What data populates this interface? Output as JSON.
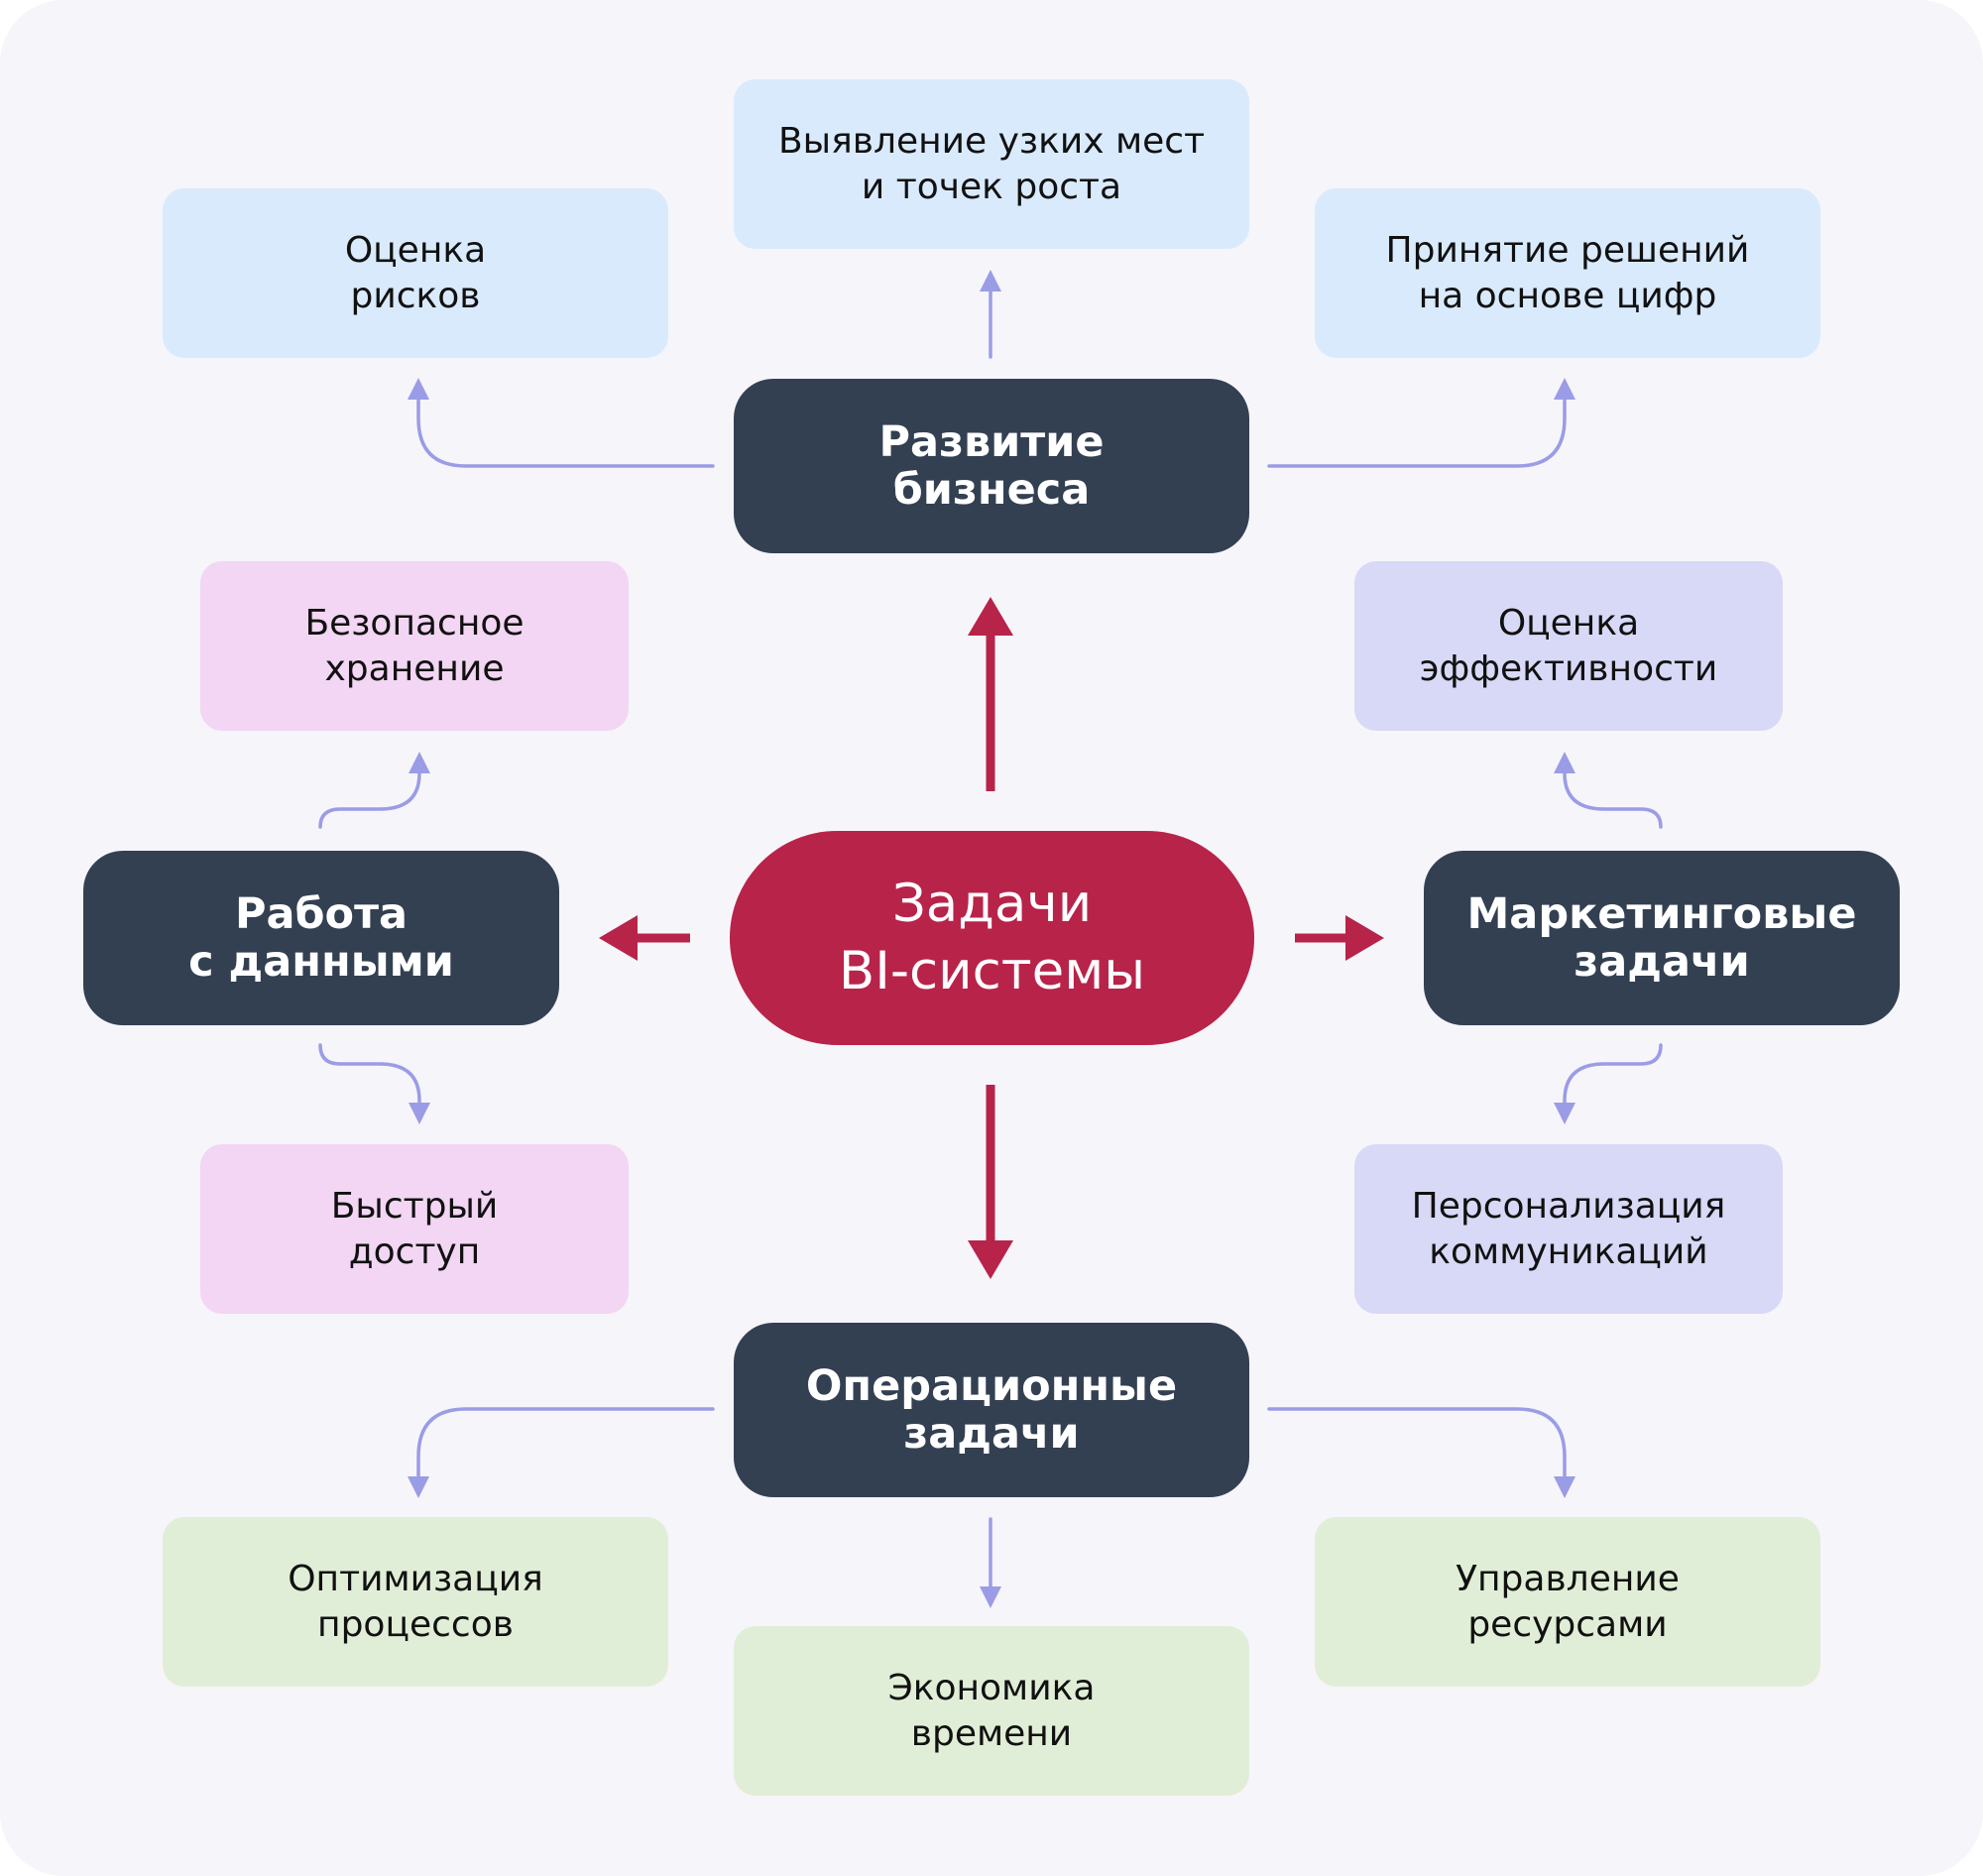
{
  "colors": {
    "background": "#f6f5fa",
    "center": "#b8234a",
    "hub": "#334052",
    "connector": "#9b9ce6",
    "business_boxes": "#d9eafc",
    "data_boxes": "#f2d6f3",
    "marketing_boxes": "#d8d9f6",
    "operations_boxes": "#e1eed7"
  },
  "center": {
    "label": "Задачи\nBI-системы"
  },
  "hubs": {
    "business": {
      "label": "Развитие\nбизнеса"
    },
    "data": {
      "label": "Работа\nс данными"
    },
    "marketing": {
      "label": "Маркетинговые\nзадачи"
    },
    "operations": {
      "label": "Операционные\nзадачи"
    }
  },
  "leaves": {
    "business": [
      {
        "label": "Оценка\nрисков"
      },
      {
        "label": "Выявление узких мест\nи точек роста"
      },
      {
        "label": "Принятие решений\nна основе цифр"
      }
    ],
    "data": [
      {
        "label": "Безопасное\nхранение"
      },
      {
        "label": "Быстрый\nдоступ"
      }
    ],
    "marketing": [
      {
        "label": "Оценка\nэффективности"
      },
      {
        "label": "Персонализация\nкоммуникаций"
      }
    ],
    "operations": [
      {
        "label": "Оптимизация\nпроцессов"
      },
      {
        "label": "Экономика\nвремени"
      },
      {
        "label": "Управление\nресурсами"
      }
    ]
  }
}
